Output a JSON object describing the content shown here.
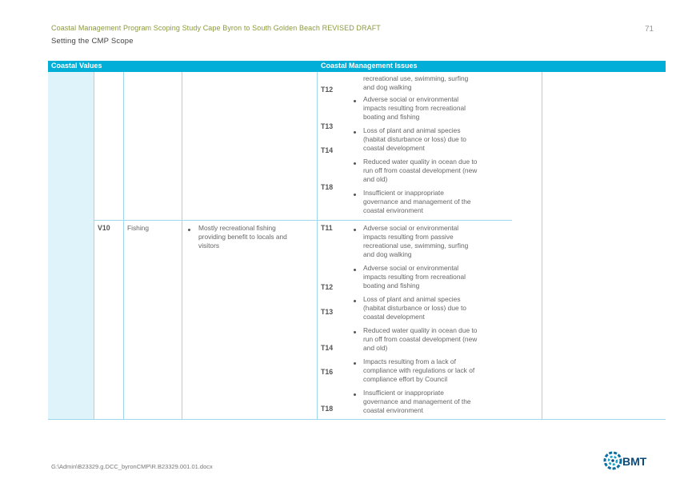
{
  "header": {
    "title": "Coastal Management Program Scoping Study Cape Byron to South Golden Beach REVISED DRAFT",
    "subtitle": "Setting the CMP Scope",
    "page_number": "71"
  },
  "table": {
    "col_values": "Coastal Values",
    "col_issues": "Coastal Management Issues",
    "row1": {
      "codes": [
        "T12",
        "T13",
        "T14",
        "T18"
      ],
      "lines": [
        "recreational use, swimming, surfing",
        "and dog walking",
        "Adverse social or environmental",
        "impacts resulting from recreational",
        "boating and fishing",
        "Loss of plant and animal species",
        "(habitat disturbance or loss) due to",
        "coastal development",
        "Reduced water quality in ocean due to",
        "run off from coastal development (new",
        "and old)",
        "Insufficient or inappropriate",
        "governance and management of the",
        "coastal environment"
      ]
    },
    "row2": {
      "id": "V10",
      "value": "Fishing",
      "description_lines": [
        "Mostly recreational fishing",
        "providing benefit to locals and",
        "visitors"
      ],
      "codes": [
        "T11",
        "T12",
        "T13",
        "T14",
        "T16",
        "T18"
      ],
      "lines": [
        "Adverse social or environmental",
        "impacts resulting from passive",
        "recreational use, swimming, surfing",
        "and dog walking",
        "Adverse social or environmental",
        "impacts resulting from recreational",
        "boating and fishing",
        "Loss of plant and animal species",
        "(habitat disturbance or loss) due to",
        "coastal development",
        "Reduced water quality in ocean due to",
        "run off from coastal development (new",
        "and old)",
        "Impacts resulting from a lack of",
        "compliance with regulations or lack of",
        "compliance effort by Council",
        "Insufficient or inappropriate",
        "governance and management of the",
        "coastal environment"
      ]
    }
  },
  "footer": {
    "path": "G:\\Admin\\B23329.g.DCC_byronCMP\\R.B23329.001.01.docx",
    "logo_text": "BMT"
  }
}
